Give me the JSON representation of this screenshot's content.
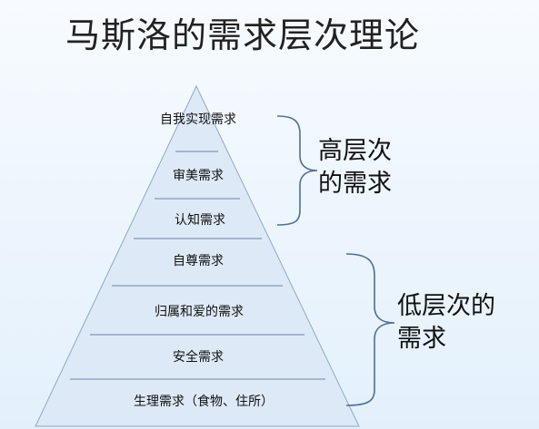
{
  "title": "马斯洛的需求层次理论",
  "levels": [
    "自我实现需求",
    "审美需求",
    "认知需求",
    "自尊需求",
    "归属和爱的需求",
    "安全需求",
    "生理需求（食物、住所）"
  ],
  "groups": {
    "high": [
      "高层次",
      "的需求"
    ],
    "low": [
      "低层次的",
      "需求"
    ]
  }
}
